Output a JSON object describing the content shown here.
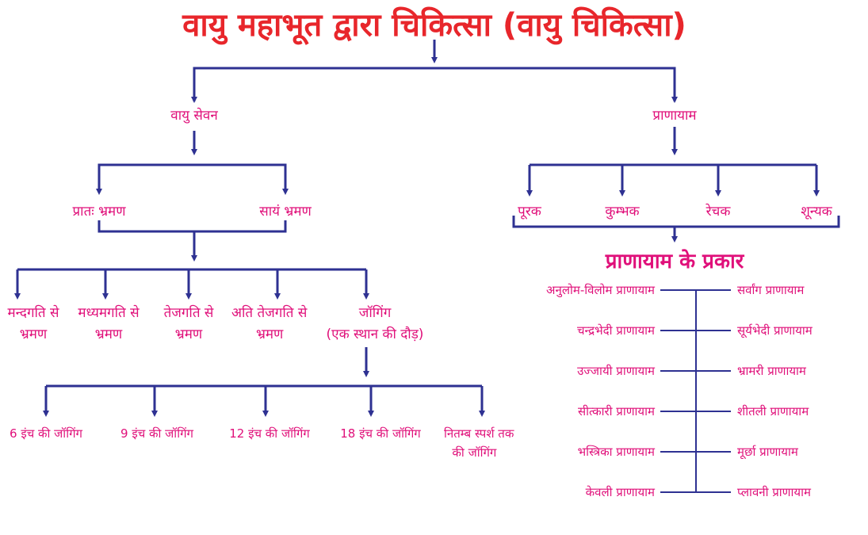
{
  "title": "वायु महाभूत द्वारा चिकित्सा (वायु चिकित्सा)",
  "colors": {
    "title": "#e8262b",
    "label": "#e0107a",
    "line": "#2e3192"
  },
  "left": {
    "label": "वायु सेवन",
    "walk_types": [
      "प्रातः भ्रमण",
      "सायं भ्रमण"
    ],
    "speeds": [
      {
        "line1": "मन्दगति से",
        "line2": "भ्रमण"
      },
      {
        "line1": "मध्यमगति से",
        "line2": "भ्रमण"
      },
      {
        "line1": "तेजगति से",
        "line2": "भ्रमण"
      },
      {
        "line1": "अति तेजगति से",
        "line2": "भ्रमण"
      },
      {
        "line1": "जॉगिंग",
        "line2": "(एक स्थान की दौड़)"
      }
    ],
    "jogging": [
      {
        "line1": "6 इंच की जॉगिंग"
      },
      {
        "line1": "9 इंच की जॉगिंग"
      },
      {
        "line1": "12 इंच की जॉगिंग"
      },
      {
        "line1": "18 इंच की जॉगिंग"
      },
      {
        "line1": "नितम्ब स्पर्श तक",
        "line2": "की जॉगिंग"
      }
    ]
  },
  "right": {
    "label": "प्राणायाम",
    "parts": [
      "पूरक",
      "कुम्भक",
      "रेचक",
      "शून्यक"
    ],
    "types_heading": "प्राणायाम के प्रकार",
    "types_left": [
      "अनुलोम-विलोम प्राणायाम",
      "चन्द्रभेदी प्राणायाम",
      "उज्जायी प्राणायाम",
      "सीत्कारी प्राणायाम",
      "भस्त्रिका प्राणायाम",
      "केवली प्राणायाम"
    ],
    "types_right": [
      "सर्वांग प्राणायाम",
      "सूर्यभेदी प्राणायाम",
      "भ्रामरी प्राणायाम",
      "शीतली प्राणायाम",
      "मूर्छा प्राणायाम",
      "प्लावनी प्राणायाम"
    ]
  }
}
